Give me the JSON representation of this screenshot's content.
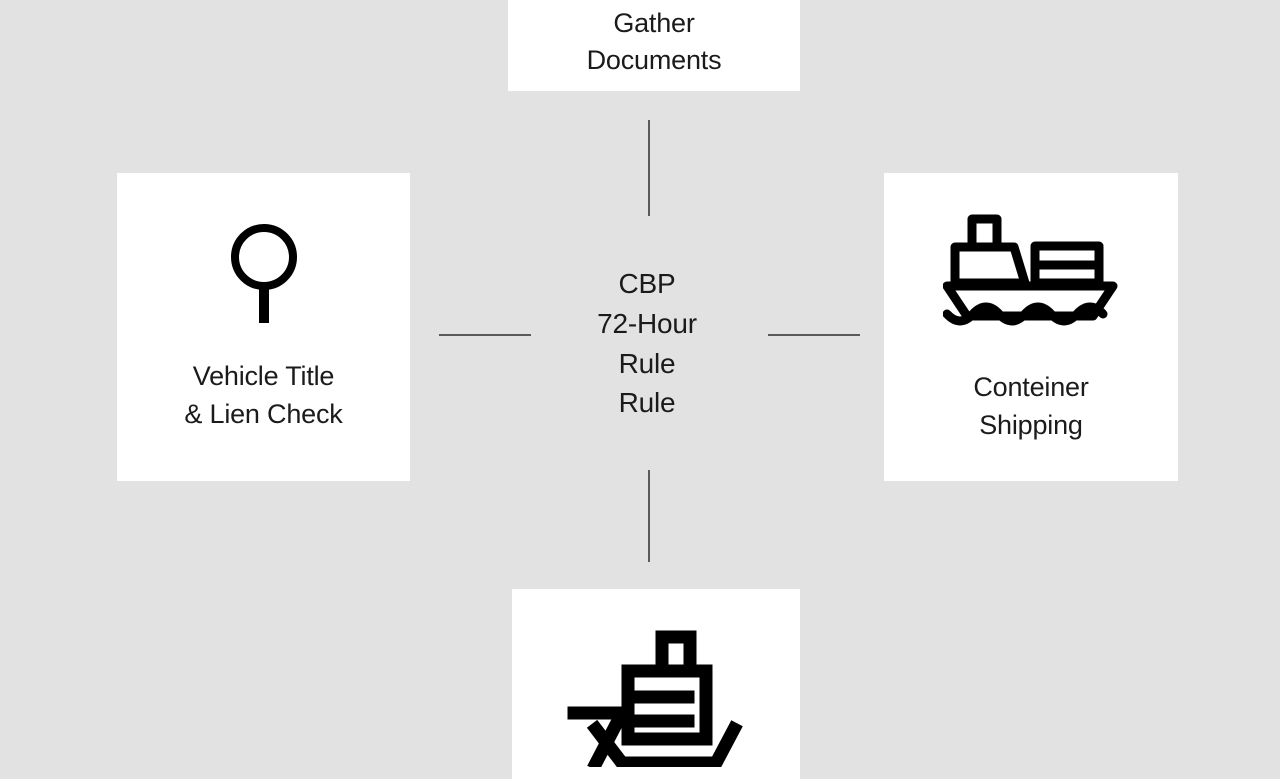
{
  "diagram": {
    "background_color": "#e2e2e2",
    "card_color": "#ffffff",
    "connector_color": "#5a5a5a",
    "icon_color": "#000000",
    "hub": {
      "label": "CBP\n72-Hour\nRule\nRule"
    },
    "nodes": [
      {
        "id": "gather-documents",
        "position": "top",
        "label": "Gather\nDocuments",
        "icon": ""
      },
      {
        "id": "vehicle-title-lien-check",
        "position": "left",
        "label": "Vehicle Title\n& Lien Check",
        "icon": "magnifying-glass-icon"
      },
      {
        "id": "conteiner-shipping",
        "position": "right",
        "label": "Conteiner\nShipping",
        "icon": "cargo-ship-icon"
      },
      {
        "id": "ocean-freight",
        "position": "bottom",
        "label": "",
        "icon": "cargo-ship-icon"
      }
    ],
    "connectors": [
      {
        "id": "hub-to-top",
        "orientation": "vertical"
      },
      {
        "id": "hub-to-bottom",
        "orientation": "vertical"
      },
      {
        "id": "hub-to-left",
        "orientation": "horizontal"
      },
      {
        "id": "hub-to-right",
        "orientation": "horizontal"
      }
    ]
  }
}
